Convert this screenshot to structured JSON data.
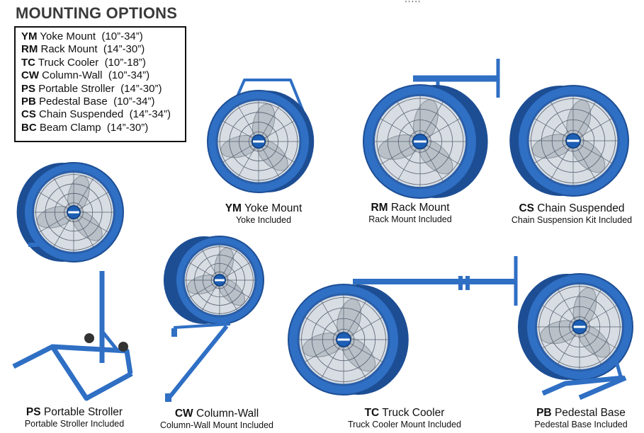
{
  "title": "MOUNTING OPTIONS",
  "top_fragment": "' ' ' ' '",
  "legend": [
    {
      "code": "YM",
      "name": "Yoke Mount",
      "range": "(10”-34”)"
    },
    {
      "code": "RM",
      "name": "Rack Mount",
      "range": "(14”-30”)"
    },
    {
      "code": "TC",
      "name": "Truck Cooler",
      "range": "(10”-18”)"
    },
    {
      "code": "CW",
      "name": "Column-Wall",
      "range": "(10”-34”)"
    },
    {
      "code": "PS",
      "name": "Portable Stroller",
      "range": "(14”-30”)"
    },
    {
      "code": "PB",
      "name": "Pedestal Base",
      "range": "(10”-34”)"
    },
    {
      "code": "CS",
      "name": "Chain Suspended",
      "range": "(14”-34”)"
    },
    {
      "code": "BC",
      "name": "Beam Clamp",
      "range": "(14”-30”)"
    }
  ],
  "products": {
    "ym": {
      "code": "YM",
      "name": "Yoke Mount",
      "included": "Yoke Included"
    },
    "rm": {
      "code": "RM",
      "name": "Rack Mount",
      "included": "Rack Mount Included"
    },
    "cs": {
      "code": "CS",
      "name": "Chain Suspended",
      "included": "Chain Suspension Kit Included"
    },
    "ps": {
      "code": "PS",
      "name": "Portable Stroller",
      "included": "Portable Stroller Included"
    },
    "cw": {
      "code": "CW",
      "name": "Column-Wall",
      "included": "Column-Wall Mount Included"
    },
    "tc": {
      "code": "TC",
      "name": "Truck Cooler",
      "included": "Truck Cooler Mount Included"
    },
    "pb": {
      "code": "PB",
      "name": "Pedestal Base",
      "included": "Pedestal Base Included"
    }
  },
  "colors": {
    "fan_blue": "#2f6fc4",
    "fan_dark": "#1d4e94",
    "grille": "#556070",
    "blade": "#b9c0c8"
  }
}
